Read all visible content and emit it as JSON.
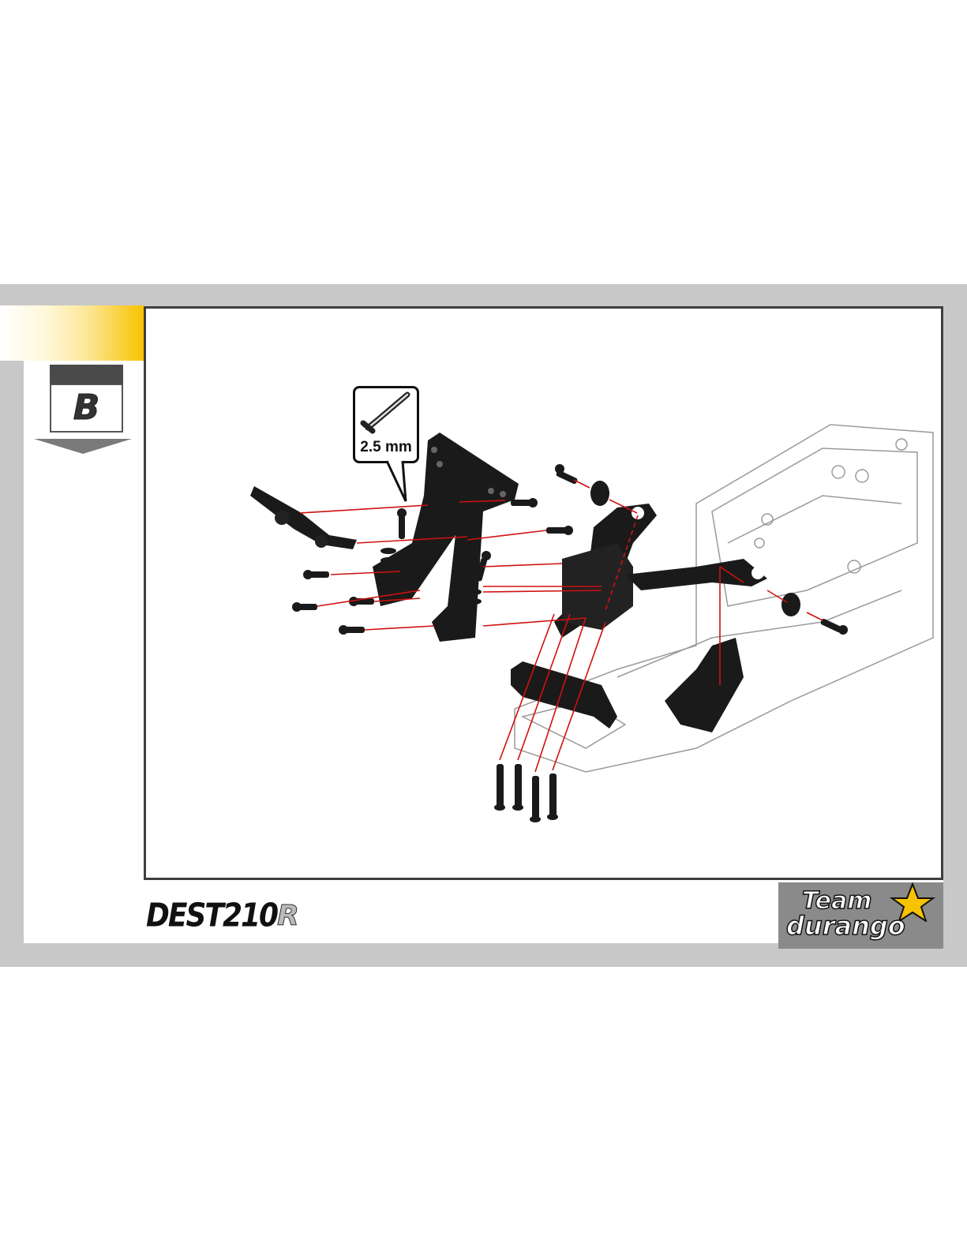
{
  "step": {
    "label": "B"
  },
  "tool_callout": {
    "icon": "hex-key-icon",
    "size_label": "2.5 mm"
  },
  "branding": {
    "model_name": "DEST210",
    "model_suffix": "R",
    "team_line1": "Team",
    "team_line2": "durango"
  },
  "colors": {
    "band": "#c8c8c8",
    "tab_accent": "#f7c300",
    "part_black": "#1a1a1a",
    "guide_red": "#d01010"
  }
}
